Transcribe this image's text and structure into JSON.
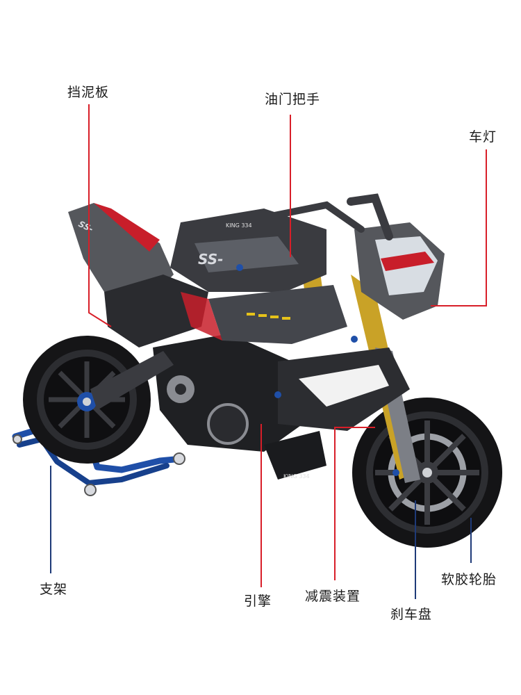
{
  "callouts": {
    "fender": "挡泥板",
    "throttle": "油门把手",
    "headlight": "车灯",
    "stand": "支架",
    "engine": "引擎",
    "shock": "减震装置",
    "brake_disc": "刹车盘",
    "tire": "软胶轮胎"
  },
  "bike_text": {
    "tank": "SS-",
    "tank_badge": "KING 334",
    "fairing_badge": "KING 334",
    "tail": "SS-"
  },
  "colors": {
    "leader_line": "#d81e28",
    "leader_line_alt": "#1e3a78",
    "stand": "#1f4fa8",
    "body_dark": "#2a2b2f",
    "body_mid": "#55575c",
    "fork_gold": "#c9a227",
    "accent_red": "#c81e2a"
  }
}
